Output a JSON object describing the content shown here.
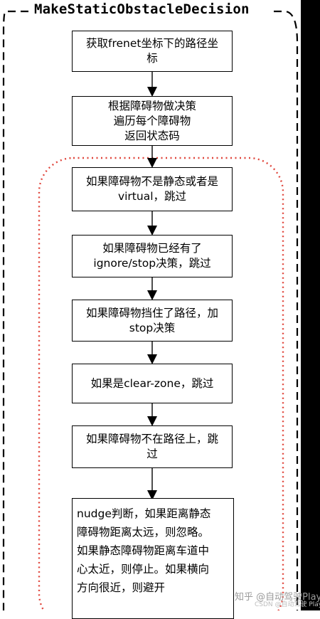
{
  "diagram": {
    "title": "MakeStaticObstacleDecision",
    "nodes": [
      {
        "lines": [
          "获取frenet坐标下的路径坐",
          "标"
        ]
      },
      {
        "lines": [
          "根据障碍物做决策",
          "遍历每个障碍物",
          "返回状态码"
        ]
      },
      {
        "lines": [
          "如果障碍物不是静态或者是",
          "virtual，跳过"
        ]
      },
      {
        "lines": [
          "如果障碍物已经有了",
          "ignore/stop决策，跳过"
        ]
      },
      {
        "lines": [
          "如果障碍物挡住了路径，加",
          "stop决策"
        ]
      },
      {
        "lines": [
          "如果是clear-zone，跳过"
        ]
      },
      {
        "lines": [
          "如果障碍物不在路径上，跳",
          "过"
        ]
      },
      {
        "lines": [
          "nudge判断，如果距离静态",
          "障碍物距离太远，则忽略。",
          "如果静态障碍物距离车道中",
          "心太近，则停止。如果横向",
          "方向很近，则避开"
        ]
      }
    ]
  },
  "watermark": {
    "main": "知乎 @自动驾驶Player",
    "secondary": "CSDN @自动驾驶 Player"
  }
}
